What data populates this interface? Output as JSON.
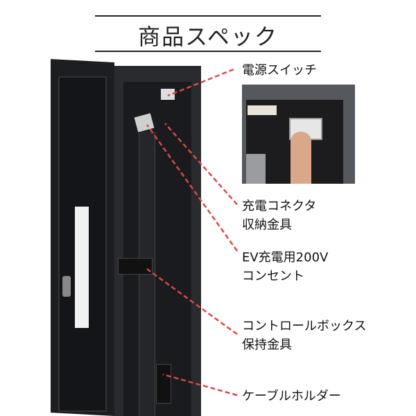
{
  "title": "商品スペック",
  "labels": {
    "power_switch": "電源スイッチ",
    "connector_1": "充電コネクタ",
    "connector_2": "収納金具",
    "outlet_1": "EV充電用200V",
    "outlet_2": "コンセント",
    "control_1": "コントロールボックス",
    "control_2": "保持金具",
    "cable_holder": "ケーブルホルダー"
  },
  "accent_color": "#d94848"
}
